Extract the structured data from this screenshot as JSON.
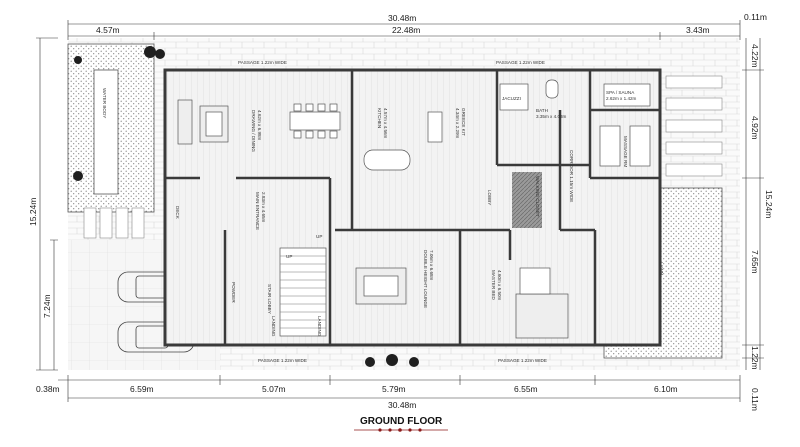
{
  "title": "GROUND FLOOR",
  "dimensions": {
    "top_total": "30.48m",
    "top_left": "4.57m",
    "top_mid": "22.48m",
    "top_right": "3.43m",
    "top_corner": "0.11m",
    "right_top": "4.22m",
    "right_mid": "4.92m",
    "right_total": "15.24m",
    "right_lower": "7.65m",
    "right_bottom": "1.22m",
    "right_corner": "0.11m",
    "left_total": "15.24m",
    "left_lower": "7.24m",
    "bottom_a": "0.38m",
    "bottom_b": "6.59m",
    "bottom_c": "5.07m",
    "bottom_d": "5.79m",
    "bottom_e": "6.55m",
    "bottom_f": "6.10m",
    "bottom_total": "30.48m"
  },
  "rooms": {
    "passage_top_left": "PASSAGE 1.22m WIDE",
    "passage_top_right": "PASSAGE 1.22m WIDE",
    "passage_bottom_left": "PASSAGE 1.22m WIDE",
    "passage_bottom_right": "PASSAGE 1.22m WIDE",
    "water_body": "WATER BODY",
    "drawing_name": "DRAWING / DINING",
    "drawing_size": "4.62m x 6.98m",
    "kitchen_name": "KITCHEN",
    "kitchen_size": "4.57m x 4.56m",
    "greece_name": "GREECE KIT",
    "greece_size": "4.34m x 2.29m",
    "jacuzzi": "JACUZZI",
    "bath_name": "BATH",
    "bath_size": "3.35m x 4.03m",
    "spa_name": "SPA / SAUNA",
    "spa_size": "2.62m x 1.42m",
    "massage": "MASSAGE RM",
    "walkin": "WALKING CLOSET",
    "corridor": "CORRIDOR 1.15m WIDE",
    "lobby": "LOBBY",
    "deck": "DECK",
    "main_entrance_name": "MAIN ENTRANCE",
    "main_entrance_size": "2.83m x 4.65m",
    "stair_name": "STAIR LOBBY",
    "powder": "POWDER",
    "landing_left": "LANDING",
    "landing_right": "LANDING",
    "double_height_name": "DOUBLE HEIGHT LOUNGE",
    "double_height_size": "7.06m x 6.68m",
    "master_name": "MASTER BED",
    "master_size": "4.60m x 6.50m",
    "lawn_name": "LAWN",
    "up_left": "UP",
    "up_right": "UP"
  },
  "colors": {
    "wall": "#3a3a3a",
    "paving_line": "#d6d6d6",
    "dots": "#777777",
    "title_accent": "#8b1a1a"
  }
}
